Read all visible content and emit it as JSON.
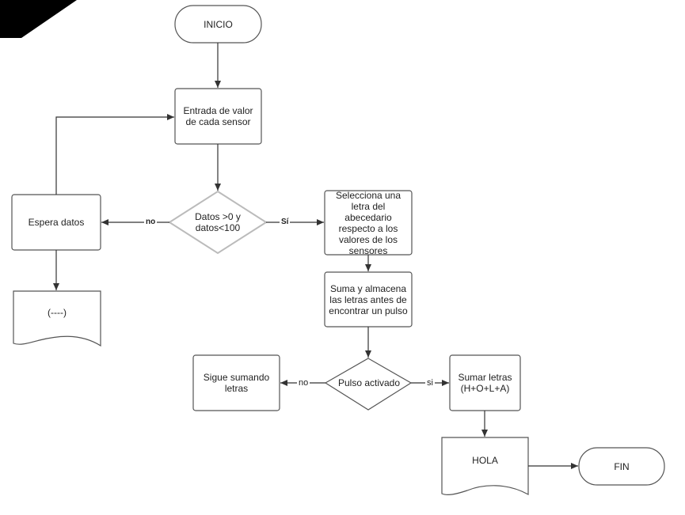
{
  "nodes": {
    "inicio": "INICIO",
    "entrada": "Entrada de valor de cada sensor",
    "decision_datos": "Datos >0 y datos<100",
    "espera": "Espera datos",
    "placeholder_doc": "(----)",
    "selecciona": "Selecciona una letra del abecedario respecto a los valores de los sensores",
    "suma": "Suma y almacena las letras antes de encontrar un pulso",
    "decision_pulso": "Pulso activado",
    "sigue": "Sigue sumando letras",
    "sumar_letras": "Sumar letras (H+O+L+A)",
    "hola": "HOLA",
    "fin": "FIN"
  },
  "edge_labels": {
    "datos_no": "no",
    "datos_si": "Sí",
    "pulso_no": "no",
    "pulso_si": "si"
  },
  "colors": {
    "stroke": "#555555",
    "diamond_stroke": "#bbbbbb",
    "arrow": "#333333",
    "corner": "#000000"
  }
}
